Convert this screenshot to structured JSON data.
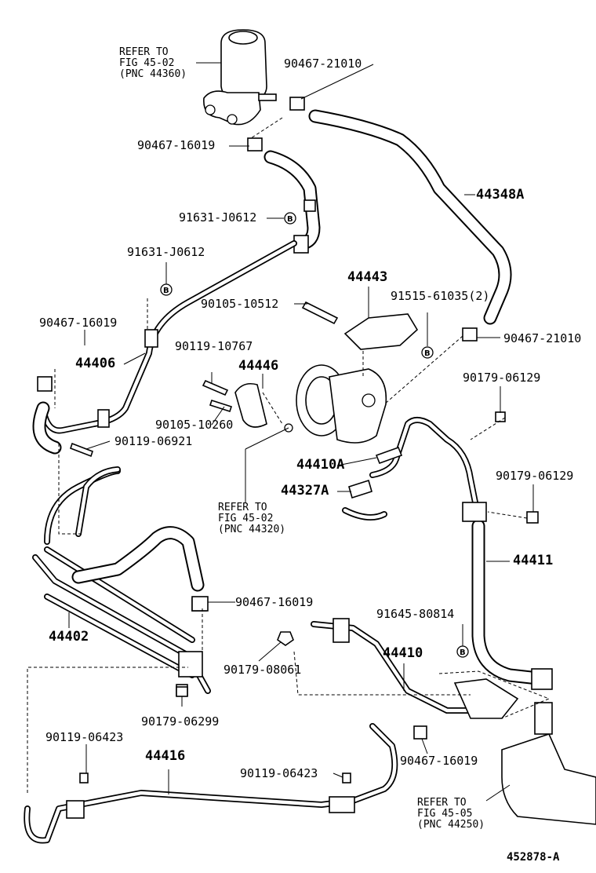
{
  "notes": {
    "reservoir": "REFER TO\nFIG 45-02\n(PNC 44360)",
    "pump": "REFER TO\nFIG 45-02\n(PNC 44320)",
    "gear": "REFER TO\nFIG 45-05\n(PNC 44250)"
  },
  "labels": {
    "p90467_21010_top": "90467-21010",
    "p90467_16019_upper": "90467-16019",
    "p91631_j0612_a": "91631-J0612",
    "p44348a": "44348A",
    "p91631_j0612_b": "91631-J0612",
    "p44443": "44443",
    "p91515_61035": "91515-61035(2)",
    "p90105_10512": "90105-10512",
    "p90467_16019_left": "90467-16019",
    "p90467_21010_right": "90467-21010",
    "p90119_10767": "90119-10767",
    "p44406": "44406",
    "p44446": "44446",
    "p90179_06129_a": "90179-06129",
    "p90105_10260": "90105-10260",
    "p90119_06921": "90119-06921",
    "p44410a": "44410A",
    "p90179_06129_b": "90179-06129",
    "p44327a": "44327A",
    "p44411": "44411",
    "p90467_16019_mid": "90467-16019",
    "p91645_80814": "91645-80814",
    "p44402": "44402",
    "p44410": "44410",
    "p90179_08061": "90179-08061",
    "p90179_06299": "90179-06299",
    "p90119_06423_a": "90119-06423",
    "p44416": "44416",
    "p90467_16019_lower": "90467-16019",
    "p90119_06423_b": "90119-06423"
  },
  "circle_marker": "B",
  "illustration_code": "452878-A"
}
